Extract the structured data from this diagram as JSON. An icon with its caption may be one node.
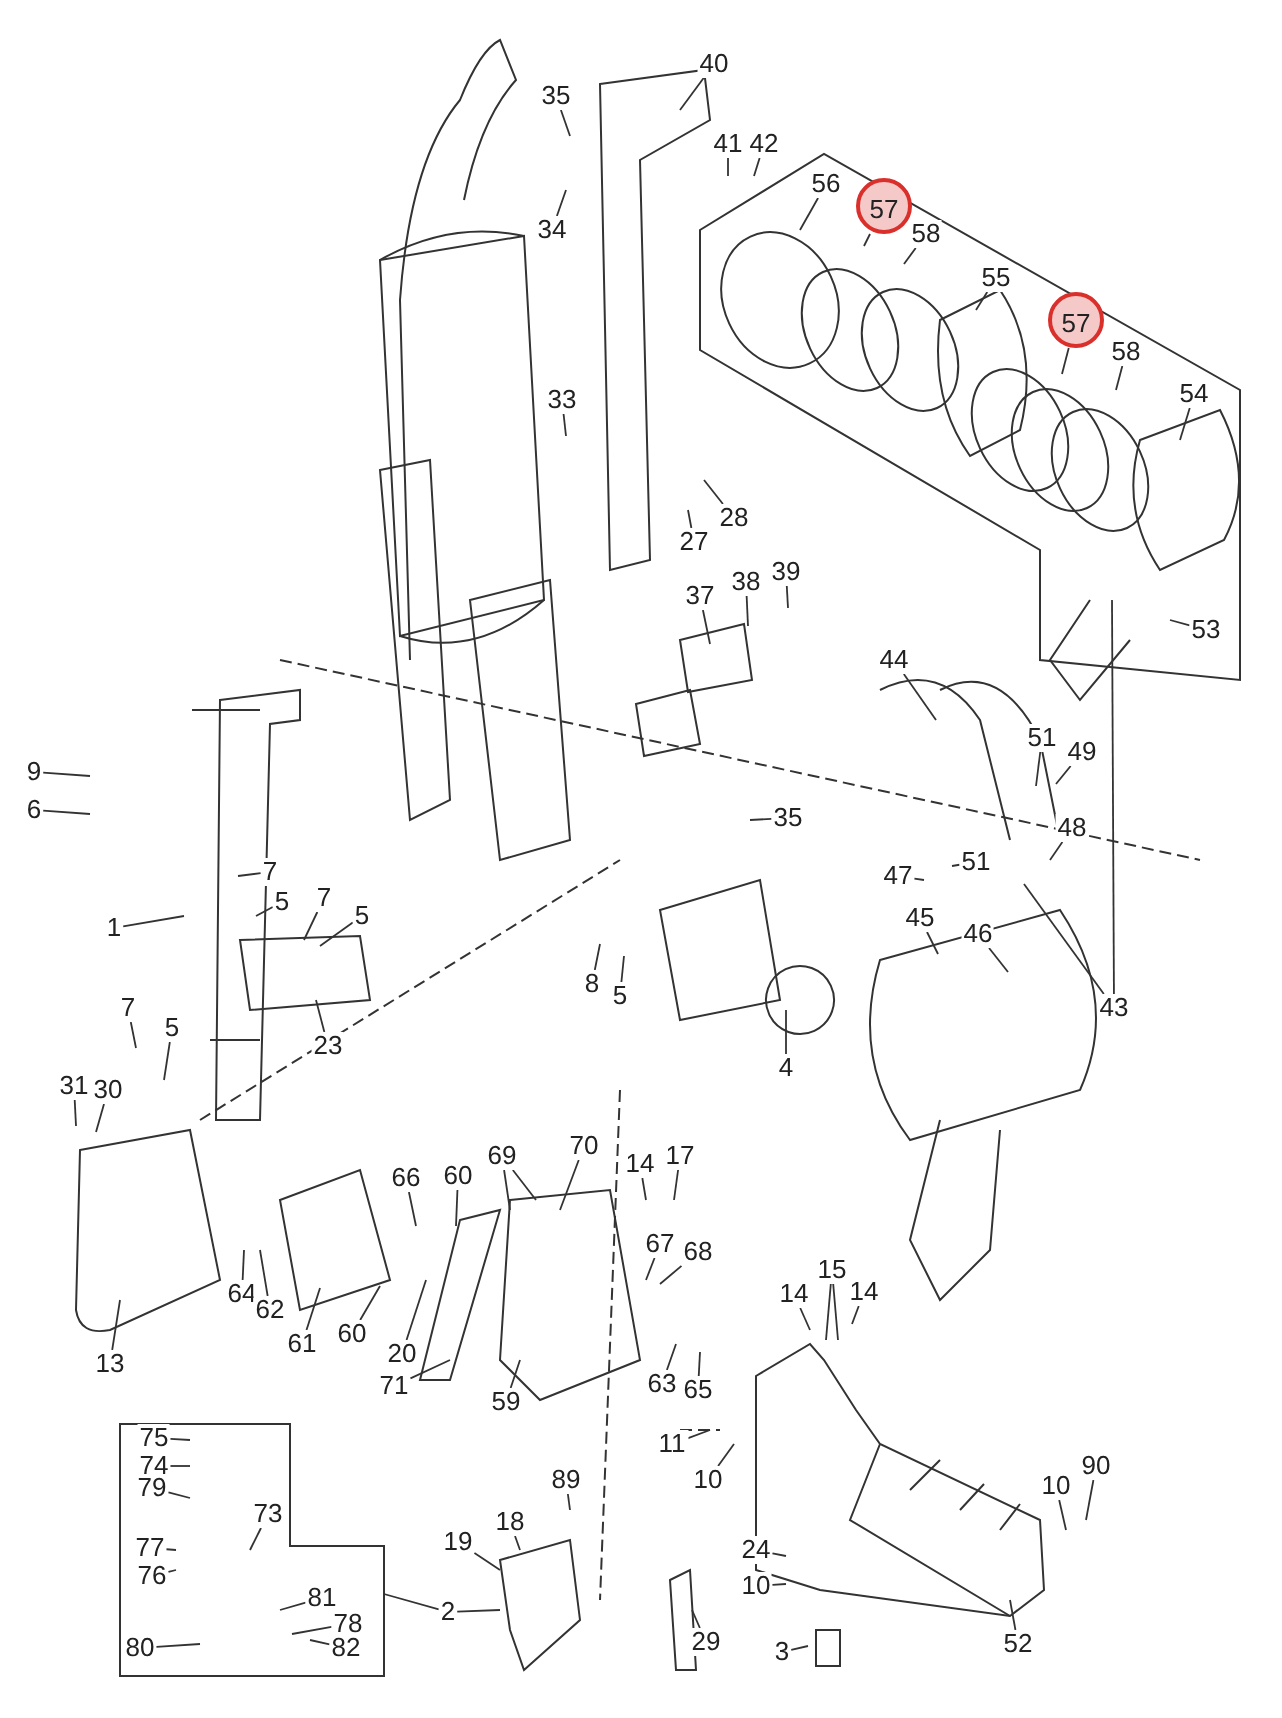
{
  "diagram": {
    "nodes": [
      {
        "text": [
          "35"
        ]
      },
      {
        "text": [
          "34"
        ]
      },
      {
        "text": [
          "40"
        ]
      },
      {
        "text": [
          "41"
        ]
      },
      {
        "text": [
          "42"
        ]
      },
      {
        "text": [
          "56"
        ]
      },
      {
        "text": [
          "57"
        ]
      },
      {
        "text": [
          "58"
        ]
      },
      {
        "text": [
          "55"
        ]
      },
      {
        "text": [
          "57"
        ]
      },
      {
        "text": [
          "58"
        ]
      },
      {
        "text": [
          "54"
        ]
      },
      {
        "text": [
          "33"
        ]
      },
      {
        "text": [
          "28"
        ]
      },
      {
        "text": [
          "27"
        ]
      },
      {
        "text": [
          "38"
        ]
      },
      {
        "text": [
          "39"
        ]
      },
      {
        "text": [
          "37"
        ]
      },
      {
        "text": [
          "53"
        ]
      },
      {
        "text": [
          "44"
        ]
      },
      {
        "text": [
          "51"
        ]
      },
      {
        "text": [
          "49"
        ]
      },
      {
        "text": [
          "48"
        ]
      },
      {
        "text": [
          "35"
        ]
      },
      {
        "text": [
          "51"
        ]
      },
      {
        "text": [
          "47"
        ]
      },
      {
        "text": [
          "45"
        ]
      },
      {
        "text": [
          "46"
        ]
      },
      {
        "text": [
          "43"
        ]
      },
      {
        "text": [
          "9"
        ]
      },
      {
        "text": [
          "6"
        ]
      },
      {
        "text": [
          "7"
        ]
      },
      {
        "text": [
          "5"
        ]
      },
      {
        "text": [
          "1"
        ]
      },
      {
        "text": [
          "7"
        ]
      },
      {
        "text": [
          "5"
        ]
      },
      {
        "text": [
          "8"
        ]
      },
      {
        "text": [
          "5"
        ]
      },
      {
        "text": [
          "23"
        ]
      },
      {
        "text": [
          "4"
        ]
      },
      {
        "text": [
          "7"
        ]
      },
      {
        "text": [
          "5"
        ]
      },
      {
        "text": [
          "31"
        ]
      },
      {
        "text": [
          "30"
        ]
      },
      {
        "text": [
          "13"
        ]
      },
      {
        "text": [
          "64"
        ]
      },
      {
        "text": [
          "62"
        ]
      },
      {
        "text": [
          "61"
        ]
      },
      {
        "text": [
          "60"
        ]
      },
      {
        "text": [
          "66"
        ]
      },
      {
        "text": [
          "60"
        ]
      },
      {
        "text": [
          "20"
        ]
      },
      {
        "text": [
          "71"
        ]
      },
      {
        "text": [
          "69"
        ]
      },
      {
        "text": [
          "70"
        ]
      },
      {
        "text": [
          "59"
        ]
      },
      {
        "text": [
          "14"
        ]
      },
      {
        "text": [
          "17"
        ]
      },
      {
        "text": [
          "67"
        ]
      },
      {
        "text": [
          "68"
        ]
      },
      {
        "text": [
          "63"
        ]
      },
      {
        "text": [
          "65"
        ]
      },
      {
        "text": [
          "14"
        ]
      },
      {
        "text": [
          "15"
        ]
      },
      {
        "text": [
          "14"
        ]
      },
      {
        "text": [
          "11"
        ]
      },
      {
        "text": [
          "10"
        ]
      },
      {
        "text": [
          "10"
        ]
      },
      {
        "text": [
          "90"
        ]
      },
      {
        "text": [
          "89"
        ]
      },
      {
        "text": [
          "18"
        ]
      },
      {
        "text": [
          "19"
        ]
      },
      {
        "text": [
          "24"
        ]
      },
      {
        "text": [
          "10"
        ]
      },
      {
        "text": [
          "29"
        ]
      },
      {
        "text": [
          "3"
        ]
      },
      {
        "text": [
          "52"
        ]
      },
      {
        "text": [
          "75"
        ]
      },
      {
        "text": [
          "74"
        ]
      },
      {
        "text": [
          "79"
        ]
      },
      {
        "text": [
          "73"
        ]
      },
      {
        "text": [
          "77"
        ]
      },
      {
        "text": [
          "76"
        ]
      },
      {
        "text": [
          "81"
        ]
      },
      {
        "text": [
          "78"
        ]
      },
      {
        "text": [
          "82"
        ]
      },
      {
        "text": [
          "80"
        ]
      },
      {
        "text": [
          "2"
        ]
      }
    ],
    "edges": [
      {
        "from": 0,
        "to": null,
        "arrow": "none"
      },
      {
        "from": 1,
        "to": null,
        "arrow": "none"
      },
      {
        "from": 2,
        "to": null,
        "arrow": "none"
      },
      {
        "from": 3,
        "to": null,
        "arrow": "none"
      },
      {
        "from": 4,
        "to": null,
        "arrow": "none"
      },
      {
        "from": 5,
        "to": null,
        "arrow": "none"
      },
      {
        "from": 6,
        "to": null,
        "arrow": "none"
      },
      {
        "from": 7,
        "to": null,
        "arrow": "none"
      },
      {
        "from": 8,
        "to": null,
        "arrow": "none"
      },
      {
        "from": 9,
        "to": null,
        "arrow": "none"
      },
      {
        "from": 10,
        "to": null,
        "arrow": "none"
      },
      {
        "from": 11,
        "to": null,
        "arrow": "none"
      },
      {
        "from": 12,
        "to": null,
        "arrow": "none"
      },
      {
        "from": 13,
        "to": null,
        "arrow": "none"
      },
      {
        "from": 14,
        "to": null,
        "arrow": "none"
      },
      {
        "from": 15,
        "to": null,
        "arrow": "none"
      },
      {
        "from": 16,
        "to": null,
        "arrow": "none"
      },
      {
        "from": 17,
        "to": null,
        "arrow": "none"
      },
      {
        "from": 18,
        "to": null,
        "arrow": "none"
      },
      {
        "from": 19,
        "to": null,
        "arrow": "none"
      },
      {
        "from": 20,
        "to": null,
        "arrow": "none"
      },
      {
        "from": 21,
        "to": null,
        "arrow": "none"
      },
      {
        "from": 22,
        "to": null,
        "arrow": "none"
      },
      {
        "from": 23,
        "to": null,
        "arrow": "none"
      },
      {
        "from": 24,
        "to": null,
        "arrow": "none"
      },
      {
        "from": 25,
        "to": null,
        "arrow": "none"
      },
      {
        "from": 26,
        "to": null,
        "arrow": "none"
      },
      {
        "from": 27,
        "to": null,
        "arrow": "none"
      },
      {
        "from": 28,
        "to": null,
        "arrow": "none"
      },
      {
        "from": 28,
        "to": null,
        "arrow": "none"
      },
      {
        "from": 29,
        "to": null,
        "arrow": "none"
      },
      {
        "from": 30,
        "to": null,
        "arrow": "none"
      },
      {
        "from": 31,
        "to": null,
        "arrow": "none"
      },
      {
        "from": 32,
        "to": null,
        "arrow": "none"
      },
      {
        "from": 33,
        "to": null,
        "arrow": "none"
      },
      {
        "from": 34,
        "to": null,
        "arrow": "none"
      },
      {
        "from": 35,
        "to": null,
        "arrow": "none"
      },
      {
        "from": 36,
        "to": null,
        "arrow": "none"
      },
      {
        "from": 37,
        "to": null,
        "arrow": "none"
      },
      {
        "from": 38,
        "to": null,
        "arrow": "none"
      },
      {
        "from": 39,
        "to": null,
        "arrow": "none"
      },
      {
        "from": 40,
        "to": null,
        "arrow": "none"
      },
      {
        "from": 41,
        "to": null,
        "arrow": "none"
      },
      {
        "from": 42,
        "to": null,
        "arrow": "none"
      },
      {
        "from": 43,
        "to": null,
        "arrow": "none"
      },
      {
        "from": 44,
        "to": null,
        "arrow": "none"
      },
      {
        "from": 45,
        "to": null,
        "arrow": "none"
      },
      {
        "from": 46,
        "to": null,
        "arrow": "none"
      },
      {
        "from": 47,
        "to": null,
        "arrow": "none"
      },
      {
        "from": 48,
        "to": null,
        "arrow": "none"
      },
      {
        "from": 49,
        "to": null,
        "arrow": "none"
      },
      {
        "from": 50,
        "to": null,
        "arrow": "none"
      },
      {
        "from": 51,
        "to": null,
        "arrow": "none"
      },
      {
        "from": 52,
        "to": null,
        "arrow": "none"
      },
      {
        "from": 53,
        "to": null,
        "arrow": "none"
      },
      {
        "from": 53,
        "to": null,
        "arrow": "none"
      },
      {
        "from": 54,
        "to": null,
        "arrow": "none"
      },
      {
        "from": 55,
        "to": null,
        "arrow": "none"
      },
      {
        "from": 56,
        "to": null,
        "arrow": "none"
      },
      {
        "from": 57,
        "to": null,
        "arrow": "none"
      },
      {
        "from": 58,
        "to": null,
        "arrow": "none"
      },
      {
        "from": 59,
        "to": null,
        "arrow": "none"
      },
      {
        "from": 60,
        "to": null,
        "arrow": "none"
      },
      {
        "from": 61,
        "to": null,
        "arrow": "none"
      },
      {
        "from": 62,
        "to": null,
        "arrow": "none"
      },
      {
        "from": 63,
        "to": null,
        "arrow": "none"
      },
      {
        "from": 63,
        "to": null,
        "arrow": "none"
      },
      {
        "from": 64,
        "to": null,
        "arrow": "none"
      },
      {
        "from": 65,
        "to": null,
        "arrow": "none"
      },
      {
        "from": 66,
        "to": null,
        "arrow": "none"
      },
      {
        "from": 67,
        "to": null,
        "arrow": "none"
      },
      {
        "from": 68,
        "to": null,
        "arrow": "none"
      },
      {
        "from": 69,
        "to": null,
        "arrow": "none"
      },
      {
        "from": 70,
        "to": null,
        "arrow": "none"
      },
      {
        "from": 71,
        "to": null,
        "arrow": "none"
      },
      {
        "from": 72,
        "to": null,
        "arrow": "none"
      },
      {
        "from": 73,
        "to": null,
        "arrow": "none"
      },
      {
        "from": 74,
        "to": null,
        "arrow": "none"
      },
      {
        "from": 75,
        "to": null,
        "arrow": "none"
      },
      {
        "from": 76,
        "to": null,
        "arrow": "none"
      },
      {
        "from": 77,
        "to": null,
        "arrow": "none"
      },
      {
        "from": 78,
        "to": null,
        "arrow": "none"
      },
      {
        "from": 79,
        "to": null,
        "arrow": "none"
      },
      {
        "from": 80,
        "to": null,
        "arrow": "none"
      },
      {
        "from": 81,
        "to": null,
        "arrow": "none"
      },
      {
        "from": 82,
        "to": null,
        "arrow": "none"
      },
      {
        "from": 83,
        "to": null,
        "arrow": "none"
      },
      {
        "from": 84,
        "to": null,
        "arrow": "none"
      },
      {
        "from": 85,
        "to": null,
        "arrow": "none"
      },
      {
        "from": 86,
        "to": null,
        "arrow": "none"
      },
      {
        "from": 87,
        "to": null,
        "arrow": "none"
      },
      {
        "from": 87,
        "to": null,
        "arrow": "none"
      }
    ]
  }
}
